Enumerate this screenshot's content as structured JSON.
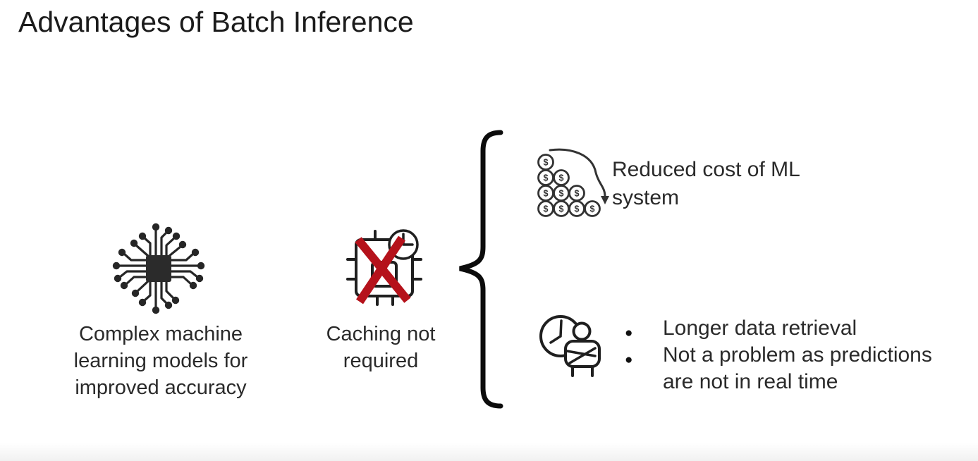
{
  "slide": {
    "title": "Advantages of Batch Inference",
    "colors": {
      "background": "#ffffff",
      "text": "#262626",
      "icon_stroke": "#262626",
      "red_x": "#b5121b"
    },
    "items": {
      "left": {
        "icon": "microchip-icon",
        "caption": [
          "Complex machine",
          "learning models for",
          "improved accuracy"
        ]
      },
      "middle": {
        "icon": "no-caching-icon",
        "caption": [
          "Caching not",
          "required"
        ]
      },
      "right": [
        {
          "icon": "reduced-cost-coins-icon",
          "text": [
            "Reduced cost of ML",
            "system"
          ]
        },
        {
          "icon": "waiting-person-clock-icon",
          "bullets": [
            "Longer data retrieval",
            "Not a problem as predictions are not in real time"
          ]
        }
      ]
    }
  }
}
